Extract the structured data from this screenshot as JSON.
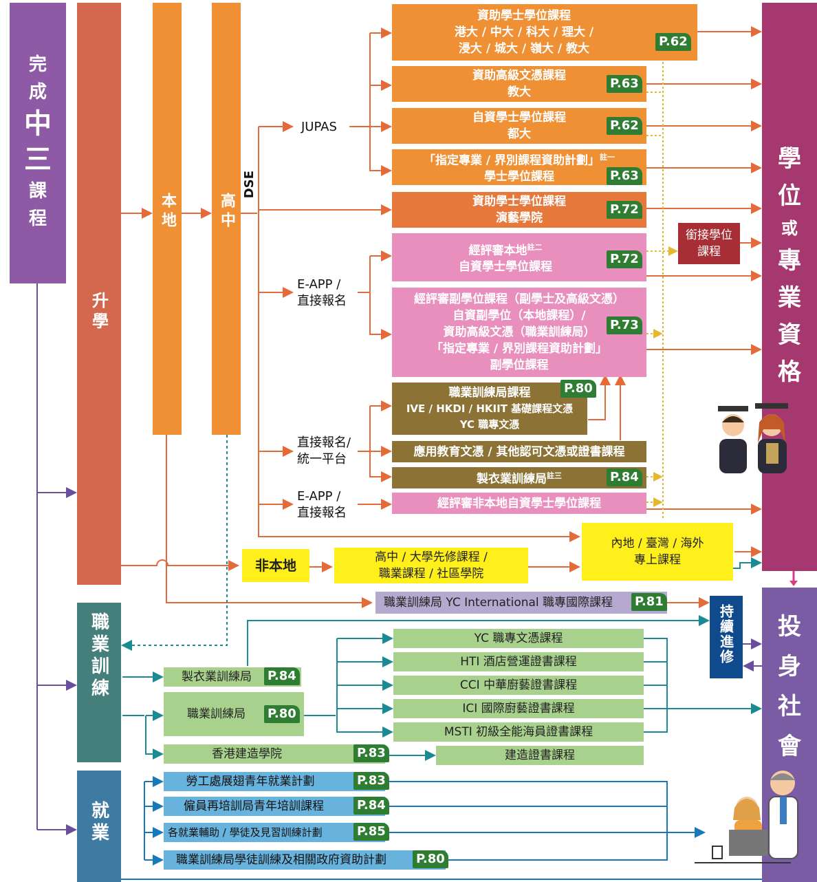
{
  "start": {
    "lines": [
      "完",
      "成",
      "中",
      "三",
      "課",
      "程"
    ]
  },
  "pathways": {
    "study": "升學",
    "vocational": "職業訓練",
    "employment": "就業"
  },
  "local": "本地",
  "senior_secondary": "高中",
  "dse": "DSE",
  "jupas": "JUPAS",
  "eapp_1": {
    "lines": [
      "E-APP /",
      "直接報名"
    ]
  },
  "direct_unified": {
    "lines": [
      "直接報名/",
      "統一平台"
    ]
  },
  "eapp_2": {
    "lines": [
      "E-APP /",
      "直接報名"
    ]
  },
  "non_local": "非本地",
  "programmes": {
    "funded_degree": {
      "lines": [
        "資助學士學位課程",
        "港大 / 中大 / 科大 / 理大 /",
        "浸大 / 城大 / 嶺大 / 教大"
      ],
      "page": "P.62"
    },
    "funded_hd": {
      "lines": [
        "資助高級文憑課程",
        "教大"
      ],
      "page": "P.63"
    },
    "self_degree": {
      "lines": [
        "自資學士學位課程",
        "都大"
      ],
      "page": "P.62"
    },
    "sssdp": {
      "line1": "「指定專業 / 界別課程資助計劃」",
      "note": "註一",
      "line2": "學士學位課程",
      "page": "P.63"
    },
    "apa": {
      "lines": [
        "資助學士學位課程",
        "演藝學院"
      ],
      "page": "P.72"
    },
    "accredited_local": {
      "line1": "經評審本地",
      "note": "註二",
      "line2": "自資學士學位課程",
      "page": "P.72"
    },
    "sub_degree": {
      "lines": [
        "經評審副學位課程（副學士及高級文憑）",
        "自資副學位（本地課程）/",
        "資助高級文憑（職業訓練局）",
        "「指定專業 / 界別課程資助計劃」",
        "副學位課程"
      ],
      "page": "P.73"
    },
    "vtc": {
      "lines": [
        "職業訓練局課程",
        "IVE / HKDI / HKIIT 基礎課程文憑",
        "YC 職專文憑"
      ],
      "page": "P.80"
    },
    "applied_learning": "應用教育文憑 / 其他認可文憑或證書課程",
    "clothing": {
      "line": "製衣業訓練局",
      "note": "註三",
      "page": "P.84"
    },
    "non_local_degree": "經評審非本地自資學士學位課程",
    "top_up": {
      "lines": [
        "銜接學位",
        "課程"
      ]
    },
    "overseas": {
      "lines": [
        "內地 / 臺灣 / 海外",
        "專上課程"
      ]
    },
    "non_local_courses": {
      "lines": [
        "高中 / 大學先修課程 /",
        "職業課程 / 社區學院"
      ]
    },
    "yc_international": {
      "line": "職業訓練局 YC International 職專國際課程",
      "page": "P.81"
    }
  },
  "vocational": {
    "clothing": {
      "label": "製衣業訓練局",
      "page": "P.84"
    },
    "vtc": {
      "label": "職業訓練局",
      "page": "P.80"
    },
    "cic": {
      "label": "香港建造學院",
      "page": "P.83"
    },
    "courses": [
      "YC 職專文憑課程",
      "HTI 酒店營運證書課程",
      "CCI 中華廚藝證書課程",
      "ICI 國際廚藝證書課程",
      "MSTI 初級全能海員證書課程"
    ],
    "construction": "建造證書課程"
  },
  "employment": [
    {
      "label": "勞工處展翅青年就業計劃",
      "page": "P.83"
    },
    {
      "label": "僱員再培訓局青年培訓課程",
      "page": "P.84"
    },
    {
      "label": "各就業輔助 / 學徒及見習訓練計劃",
      "page": "P.85"
    },
    {
      "label": "職業訓練局學徒訓練及相關政府資助計劃",
      "page": "P.80"
    }
  ],
  "further_study": "持續進修",
  "degree_qual": {
    "lines": [
      "學",
      "位",
      "或",
      "專",
      "業",
      "資",
      "格"
    ]
  },
  "work": {
    "lines": [
      "投",
      "身",
      "社",
      "會"
    ]
  },
  "colors": {
    "purple": "#8e5aa6",
    "salmon": "#d4684f",
    "orange": "#ef9035",
    "darkorange": "#e6783c",
    "pink": "#e98fbd",
    "olive": "#8c7335",
    "green": "#a9d18e",
    "teal": "#457f7c",
    "navy": "#0e4a8c",
    "magenta": "#a5386e",
    "violet": "#7a5ca4",
    "yellow": "#ffef1a",
    "blue": "#67b3de"
  }
}
